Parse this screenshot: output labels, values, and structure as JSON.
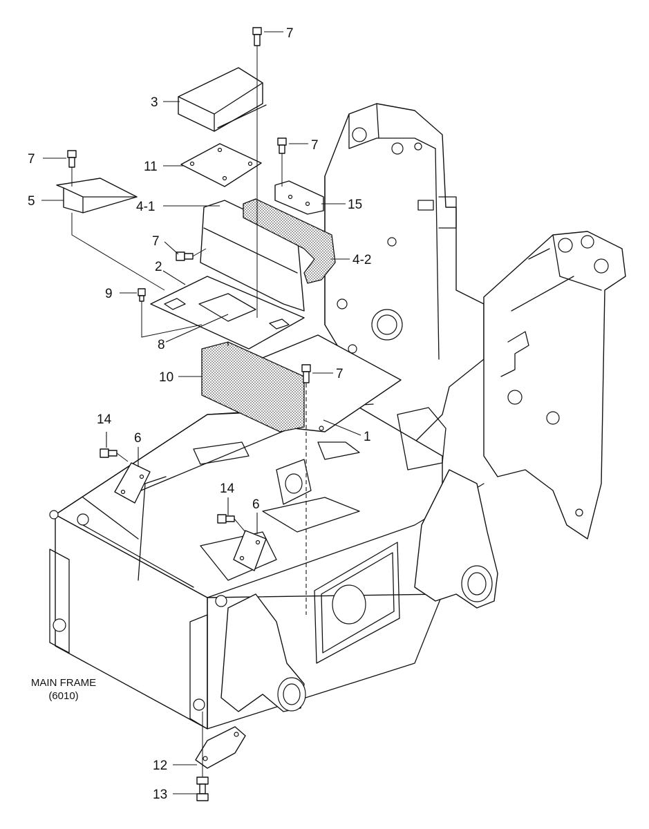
{
  "callouts": {
    "c7_top": "7",
    "c3": "3",
    "c11": "11",
    "c7_right": "7",
    "c7_left": "7",
    "c5": "5",
    "c15": "15",
    "c4_1": "4-1",
    "c7_mid": "7",
    "c4_2": "4-2",
    "c2": "2",
    "c9": "9",
    "c8": "8",
    "c10": "10",
    "c7_lower": "7",
    "c1": "1",
    "c14_left": "14",
    "c6_left": "6",
    "c14_right": "14",
    "c6_right": "6",
    "c12": "12",
    "c13": "13"
  },
  "frame_label": {
    "line1": "MAIN FRAME",
    "line2": "(6010)"
  }
}
